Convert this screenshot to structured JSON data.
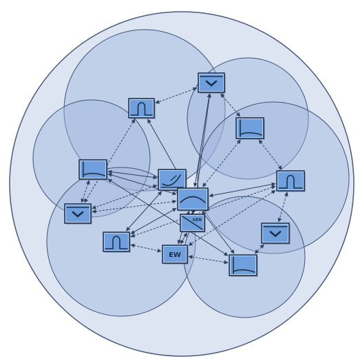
{
  "colors": {
    "background": "#ffffff",
    "outer_fill": "#dde5f2",
    "outer_stroke": "#4a5a78",
    "zone_fill": "#9fb6dd",
    "zone_stroke": "#3e5178",
    "node_fill": "#6f9fdc",
    "node_stroke": "#1c2f4a",
    "glyph": "#1c2f4a",
    "link": "#2e3e5e"
  },
  "diagram": {
    "nodes": [
      {
        "id": "n1",
        "icon": "chevron-down-icon",
        "label": ""
      },
      {
        "id": "n2",
        "icon": "arch-icon",
        "label": ""
      },
      {
        "id": "n3",
        "icon": "frame-icon",
        "label": ""
      },
      {
        "id": "n4",
        "icon": "frame-icon",
        "label": ""
      },
      {
        "id": "n5",
        "icon": "dish-icon",
        "label": ""
      },
      {
        "id": "n6",
        "icon": "arch-icon",
        "label": ""
      },
      {
        "id": "n7",
        "icon": "chevron-down-icon",
        "label": ""
      },
      {
        "id": "n8",
        "icon": "curve-icon",
        "label": ""
      },
      {
        "id": "n9",
        "icon": "sensor-icon",
        "label": "SEN"
      },
      {
        "id": "n10",
        "icon": "chevron-down-icon",
        "label": ""
      },
      {
        "id": "n11",
        "icon": "arch-icon",
        "label": ""
      },
      {
        "id": "n12",
        "icon": "text-icon",
        "label": "EW"
      },
      {
        "id": "n13",
        "icon": "frame-icon",
        "label": ""
      }
    ],
    "links": [
      {
        "from": "n1",
        "to": "n2",
        "style": "dashed"
      },
      {
        "from": "n1",
        "to": "n3",
        "style": "dashed"
      },
      {
        "from": "n1",
        "to": "n8",
        "style": "solid"
      },
      {
        "from": "n1",
        "to": "n9",
        "style": "solid"
      },
      {
        "from": "n2",
        "to": "n8",
        "style": "solid"
      },
      {
        "from": "n2",
        "to": "n7",
        "style": "dashed"
      },
      {
        "from": "n3",
        "to": "n6",
        "style": "dashed"
      },
      {
        "from": "n3",
        "to": "n8",
        "style": "dashed"
      },
      {
        "from": "n4",
        "to": "n7",
        "style": "dashed"
      },
      {
        "from": "n4",
        "to": "n8",
        "style": "solid"
      },
      {
        "from": "n4",
        "to": "n5",
        "style": "solid"
      },
      {
        "from": "n4",
        "to": "n13",
        "style": "solid"
      },
      {
        "from": "n5",
        "to": "n8",
        "style": "solid"
      },
      {
        "from": "n5",
        "to": "n11",
        "style": "solid"
      },
      {
        "from": "n5",
        "to": "n7",
        "style": "dashed"
      },
      {
        "from": "n6",
        "to": "n8",
        "style": "solid"
      },
      {
        "from": "n6",
        "to": "n10",
        "style": "dashed"
      },
      {
        "from": "n6",
        "to": "n12",
        "style": "dashed"
      },
      {
        "from": "n6",
        "to": "n11",
        "style": "dashed"
      },
      {
        "from": "n7",
        "to": "n8",
        "style": "dashed"
      },
      {
        "from": "n8",
        "to": "n9",
        "style": "solid"
      },
      {
        "from": "n8",
        "to": "n11",
        "style": "solid"
      },
      {
        "from": "n8",
        "to": "n12",
        "style": "solid"
      },
      {
        "from": "n8",
        "to": "n13",
        "style": "solid"
      },
      {
        "from": "n9",
        "to": "n12",
        "style": "solid"
      },
      {
        "from": "n10",
        "to": "n13",
        "style": "dashed"
      },
      {
        "from": "n11",
        "to": "n12",
        "style": "dashed"
      },
      {
        "from": "n12",
        "to": "n13",
        "style": "dashed"
      }
    ]
  }
}
